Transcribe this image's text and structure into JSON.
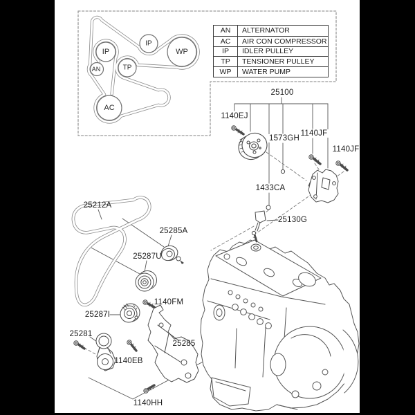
{
  "legend": {
    "rows": [
      {
        "abbr": "AN",
        "name": "ALTERNATOR"
      },
      {
        "abbr": "AC",
        "name": "AIR CON COMPRESSOR"
      },
      {
        "abbr": "IP",
        "name": "IDLER PULLEY"
      },
      {
        "abbr": "TP",
        "name": "TENSIONER PULLEY"
      },
      {
        "abbr": "WP",
        "name": "WATER PUMP"
      }
    ]
  },
  "routing": {
    "pulleys": [
      {
        "id": "idler-left",
        "label": "IP"
      },
      {
        "id": "alternator",
        "label": "AN"
      },
      {
        "id": "tensioner",
        "label": "TP"
      },
      {
        "id": "idler-top",
        "label": "IP"
      },
      {
        "id": "water-pump",
        "label": "WP"
      },
      {
        "id": "compressor",
        "label": "AC"
      }
    ]
  },
  "callouts": {
    "c25100": "25100",
    "c1140ej": "1140EJ",
    "c1573gh": "1573GH",
    "c1140jf_a": "1140JF",
    "c1140jf_b": "1140JF",
    "c1433ca": "1433CA",
    "c25130g": "25130G",
    "c25212a": "25212A",
    "c25285a": "25285A",
    "c25287u": "25287U",
    "c1140fm": "1140FM",
    "c25287i": "25287I",
    "c25281": "25281",
    "c1140eb": "1140EB",
    "c25285": "25285",
    "c1140hh": "1140HH"
  },
  "colors": {
    "paper": "#ffffff",
    "frame_black": "#000000",
    "line": "#4a4a4a",
    "belt_edge": "#8a8a8a",
    "dash_box": "#9a9a9a",
    "label_text": "#1b1b1b"
  }
}
